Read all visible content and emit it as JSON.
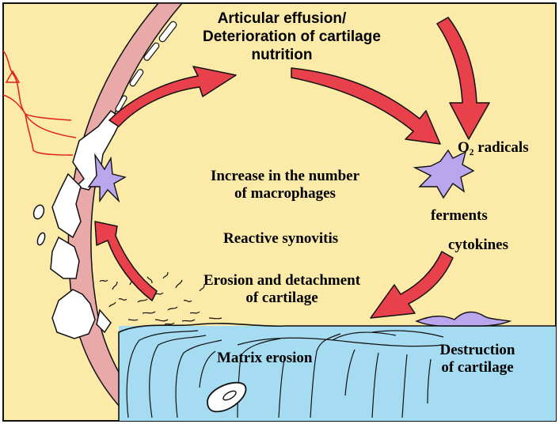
{
  "labels": {
    "articular_line1": "Articular effusion/",
    "articular_line2": "Deterioration of cartilage",
    "articular_line3": "nutrition",
    "o2_radicals": "O₂ radicals",
    "macrophages_line1": "Increase in the number",
    "macrophages_line2": "of macrophages",
    "ferments": "ferments",
    "reactive_synovitis": "Reactive synovitis",
    "cytokines": "cytokines",
    "erosion_line1": "Erosion and detachment",
    "erosion_line2": "of cartilage",
    "matrix_erosion": "Matrix erosion",
    "destruction_line1": "Destruction",
    "destruction_line2": "of cartilage"
  },
  "colors": {
    "background": "#fbeaa8",
    "cartilage": "#a6dcf2",
    "synovial_membrane": "#e9a9a8",
    "arrow": "#e8414b",
    "macrophage": "#b9a6ec",
    "vessel": "#e0201c"
  }
}
